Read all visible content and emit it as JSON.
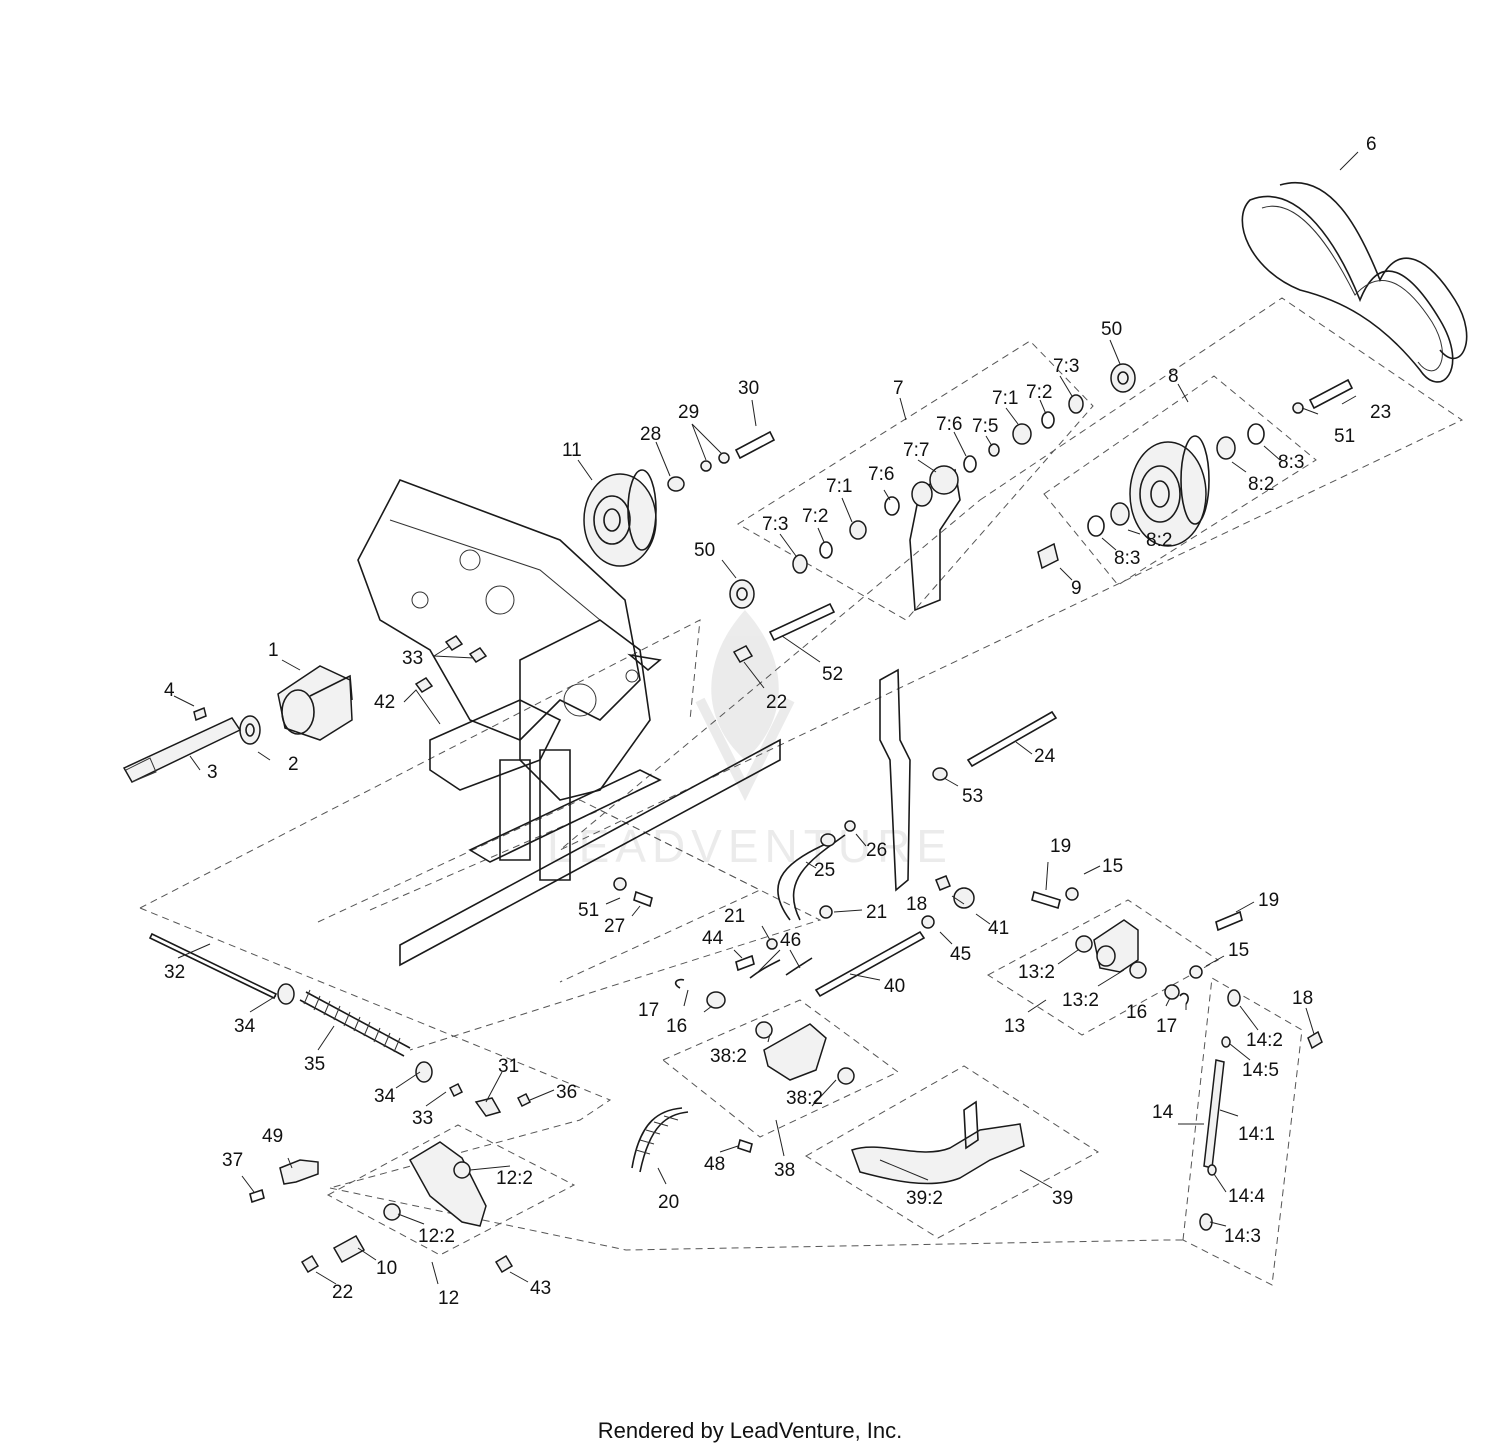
{
  "footer": "Rendered by LeadVenture, Inc.",
  "watermark": "LEADVENTURE",
  "callouts": [
    {
      "text": "6"
    },
    {
      "text": "50"
    },
    {
      "text": "7:3"
    },
    {
      "text": "7:2"
    },
    {
      "text": "7:1"
    },
    {
      "text": "7"
    },
    {
      "text": "7:6"
    },
    {
      "text": "7:5"
    },
    {
      "text": "7:7"
    },
    {
      "text": "7:6"
    },
    {
      "text": "7:1"
    },
    {
      "text": "7:2"
    },
    {
      "text": "7:3"
    },
    {
      "text": "8"
    },
    {
      "text": "23"
    },
    {
      "text": "51"
    },
    {
      "text": "8:3"
    },
    {
      "text": "8:2"
    },
    {
      "text": "8:2"
    },
    {
      "text": "8:3"
    },
    {
      "text": "9"
    },
    {
      "text": "30"
    },
    {
      "text": "29"
    },
    {
      "text": "28"
    },
    {
      "text": "11"
    },
    {
      "text": "50"
    },
    {
      "text": "52"
    },
    {
      "text": "22"
    },
    {
      "text": "1"
    },
    {
      "text": "33"
    },
    {
      "text": "42"
    },
    {
      "text": "4"
    },
    {
      "text": "2"
    },
    {
      "text": "3"
    },
    {
      "text": "24"
    },
    {
      "text": "53"
    },
    {
      "text": "26"
    },
    {
      "text": "25"
    },
    {
      "text": "19"
    },
    {
      "text": "15"
    },
    {
      "text": "18"
    },
    {
      "text": "41"
    },
    {
      "text": "45"
    },
    {
      "text": "19"
    },
    {
      "text": "15"
    },
    {
      "text": "51"
    },
    {
      "text": "27"
    },
    {
      "text": "21"
    },
    {
      "text": "21"
    },
    {
      "text": "44"
    },
    {
      "text": "46"
    },
    {
      "text": "40"
    },
    {
      "text": "13:2"
    },
    {
      "text": "13:2"
    },
    {
      "text": "13"
    },
    {
      "text": "16"
    },
    {
      "text": "17"
    },
    {
      "text": "18"
    },
    {
      "text": "14:2"
    },
    {
      "text": "14:5"
    },
    {
      "text": "32"
    },
    {
      "text": "34"
    },
    {
      "text": "35"
    },
    {
      "text": "34"
    },
    {
      "text": "33"
    },
    {
      "text": "31"
    },
    {
      "text": "36"
    },
    {
      "text": "17"
    },
    {
      "text": "16"
    },
    {
      "text": "38:2"
    },
    {
      "text": "38:2"
    },
    {
      "text": "14"
    },
    {
      "text": "14:1"
    },
    {
      "text": "49"
    },
    {
      "text": "37"
    },
    {
      "text": "12:2"
    },
    {
      "text": "12:2"
    },
    {
      "text": "20"
    },
    {
      "text": "48"
    },
    {
      "text": "38"
    },
    {
      "text": "39:2"
    },
    {
      "text": "39"
    },
    {
      "text": "14:4"
    },
    {
      "text": "14:3"
    },
    {
      "text": "10"
    },
    {
      "text": "22"
    },
    {
      "text": "12"
    },
    {
      "text": "43"
    }
  ]
}
